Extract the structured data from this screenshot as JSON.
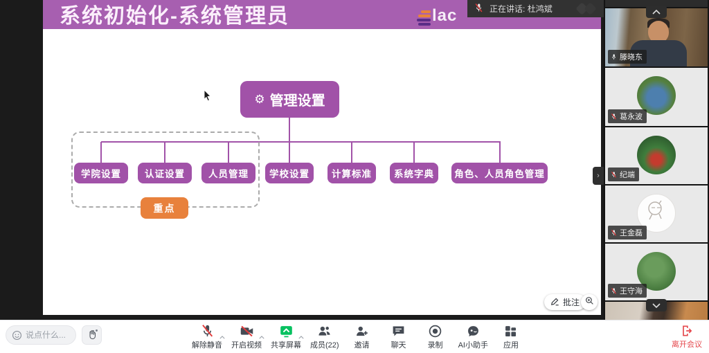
{
  "slide": {
    "title": "系统初始化-系统管理员",
    "logo_text": "lac",
    "diagram": {
      "root_label": "管理设置",
      "root_icon": "gear-icon",
      "children": [
        "学院设置",
        "认证设置",
        "人员管理",
        "学校设置",
        "计算标准",
        "系统字典",
        "角色、人员角色管理"
      ],
      "highlight_badge": "重点"
    }
  },
  "speaking_banner": {
    "label": "正在讲话:",
    "speaker": "杜鸿斌"
  },
  "stage_controls": {
    "annotate_label": "批注",
    "side_tab": "›"
  },
  "participants": [
    {
      "name": "滕晓东",
      "muted": false,
      "type": "video"
    },
    {
      "name": "葛永波",
      "muted": true,
      "type": "avatar"
    },
    {
      "name": "纪端",
      "muted": true,
      "type": "avatar"
    },
    {
      "name": "王金磊",
      "muted": true,
      "type": "avatar"
    },
    {
      "name": "王守海",
      "muted": true,
      "type": "avatar"
    }
  ],
  "toolbar": {
    "message_placeholder": "说点什么...",
    "items": [
      {
        "label": "解除静音",
        "icon": "mic-muted-icon"
      },
      {
        "label": "开启视频",
        "icon": "camera-off-icon"
      },
      {
        "label": "共享屏幕",
        "icon": "share-screen-icon"
      },
      {
        "label": "成员(22)",
        "icon": "members-icon"
      },
      {
        "label": "邀请",
        "icon": "invite-icon"
      },
      {
        "label": "聊天",
        "icon": "chat-icon"
      },
      {
        "label": "录制",
        "icon": "record-icon"
      },
      {
        "label": "AI小助手",
        "icon": "ai-assistant-icon"
      },
      {
        "label": "应用",
        "icon": "apps-icon"
      }
    ],
    "leave_label": "离开会议",
    "member_count": 22
  },
  "colors": {
    "header_purple": "#a75fb0",
    "node_purple": "#a152a8",
    "badge_orange": "#e8813c",
    "share_green": "#07c160",
    "leave_red": "#e5484d",
    "muted_red": "#e23b3b"
  }
}
